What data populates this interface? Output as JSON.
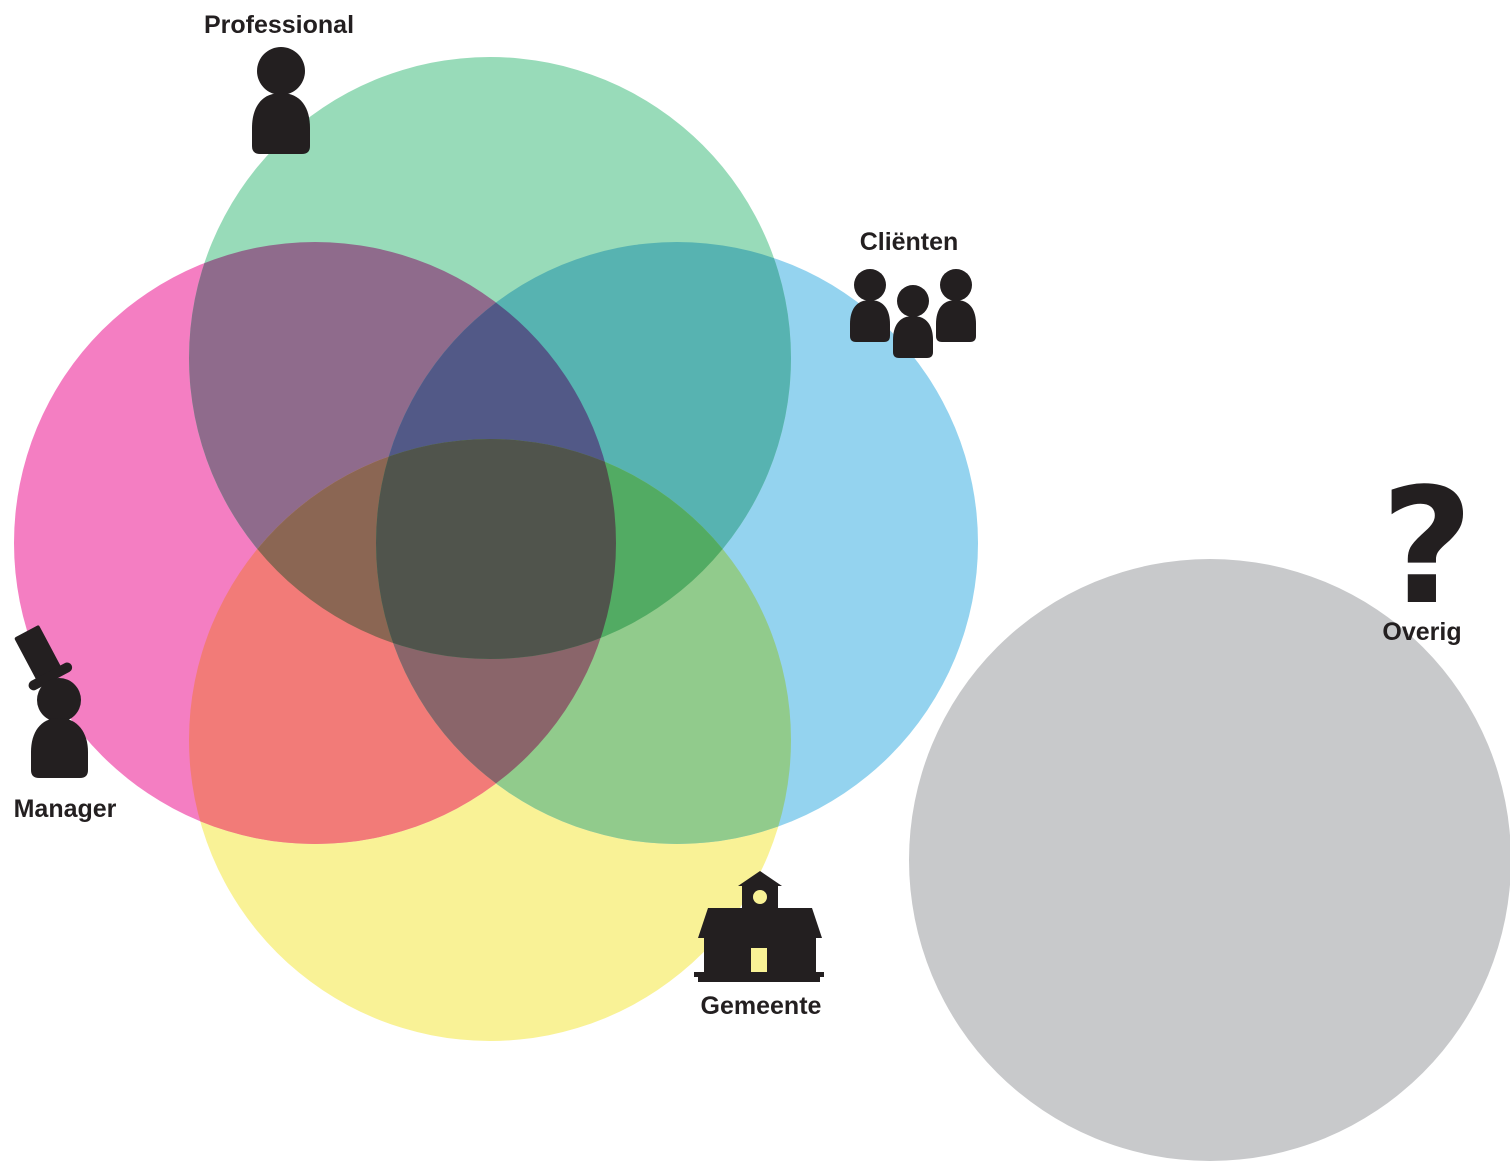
{
  "groups": {
    "professional": {
      "label": "Professional",
      "icon": "person-icon",
      "color": "#98dbb9"
    },
    "clienten": {
      "label": "Cliënten",
      "icon": "people-group-icon",
      "color": "#94d3ef"
    },
    "manager": {
      "label": "Manager",
      "icon": "top-hat-person-icon",
      "color": "#f47ec2"
    },
    "gemeente": {
      "label": "Gemeente",
      "icon": "town-hall-icon",
      "color": "#f9f296"
    },
    "overig": {
      "label": "Overig",
      "icon": "question-mark-icon",
      "symbol": "?",
      "color": "#c8c9cb"
    }
  }
}
